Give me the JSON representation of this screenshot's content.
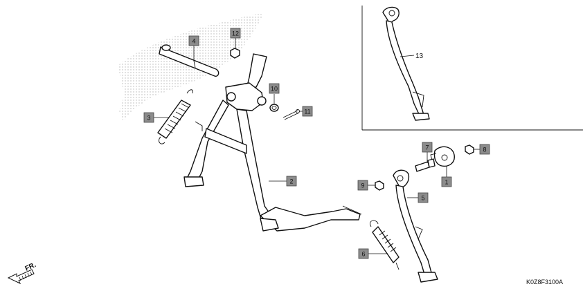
{
  "diagram": {
    "callouts": {
      "c1": "1",
      "c2": "2",
      "c3": "3",
      "c4": "4",
      "c5": "5",
      "c6": "6",
      "c7": "7",
      "c8": "8",
      "c9": "9",
      "c10": "10",
      "c11": "11",
      "c12": "12"
    },
    "inset_label": "13",
    "direction_label": "FR.",
    "drawing_code": "K0Z8F3100A"
  },
  "colors": {
    "callout_fill": "#8c8c8c",
    "line": "#111111",
    "shading": "#c8c8c8"
  },
  "icons": {
    "direction": "front-direction-arrow-icon"
  }
}
